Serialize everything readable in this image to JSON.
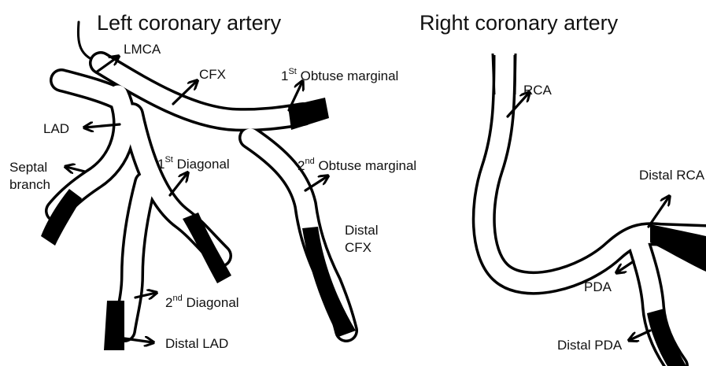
{
  "left_diagram": {
    "title": "Left coronary artery",
    "labels": {
      "lmca": "LMCA",
      "cfx": "CFX",
      "om1_ord": "1",
      "om1_sup": "St",
      "om1_text": " Obtuse marginal",
      "lad": "LAD",
      "septal_line1": "Septal",
      "septal_line2": "branch",
      "d1_ord": "1",
      "d1_sup": "St",
      "d1_text": " Diagonal",
      "om2_ord": "2",
      "om2_sup": "nd",
      "om2_text": " Obtuse marginal",
      "distal_cfx_line1": "Distal",
      "distal_cfx_line2": "CFX",
      "d2_ord": "2",
      "d2_sup": "nd",
      "d2_text": "  Diagonal",
      "distal_lad": "Distal LAD"
    }
  },
  "right_diagram": {
    "title": "Right coronary artery",
    "labels": {
      "rca": "RCA",
      "distal_rca": "Distal RCA",
      "pda": "PDA",
      "distal_pda": "Distal PDA"
    }
  },
  "colors": {
    "ink": "#000000",
    "background": "#ffffff"
  }
}
